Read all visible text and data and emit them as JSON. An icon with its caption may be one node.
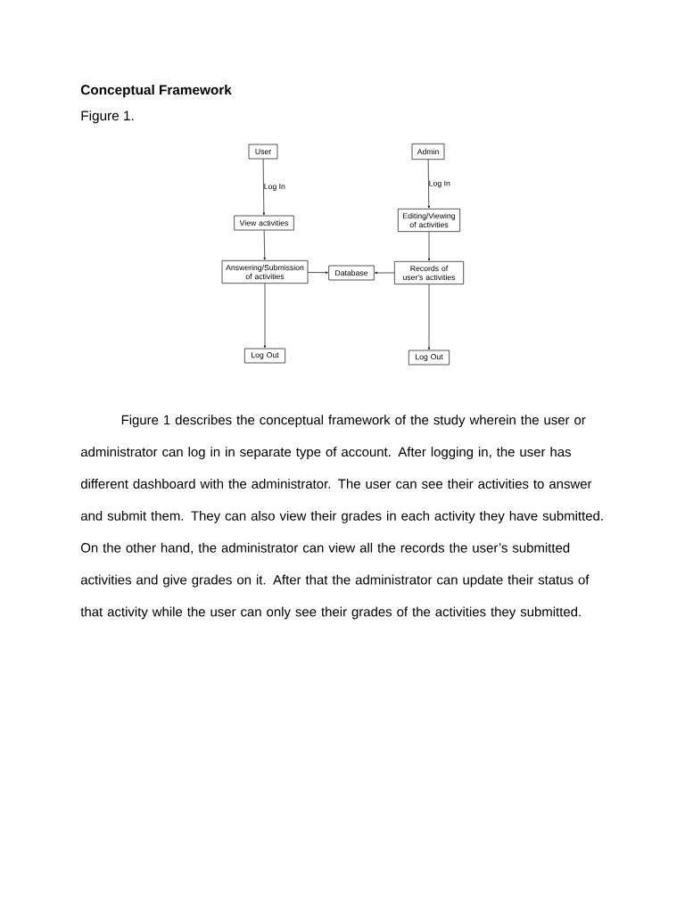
{
  "diagram": {
    "title": "Conceptual Framework",
    "nodes": [
      {
        "text": [
          "User"
        ]
      },
      {
        "text": [
          "View activities"
        ]
      },
      {
        "text": [
          "Answering/Submission of activities"
        ]
      },
      {
        "text": [
          "Database"
        ]
      },
      {
        "text": [
          "Log Out"
        ]
      },
      {
        "text": [
          "Admin"
        ]
      },
      {
        "text": [
          "Editing/Viewing of activities"
        ]
      },
      {
        "text": [
          "Records of user's activities"
        ]
      },
      {
        "text": [
          "Log Out"
        ]
      }
    ],
    "edges": [
      {
        "from": 0,
        "to": 1,
        "arrow": "to",
        "label": "Log In"
      },
      {
        "from": 1,
        "to": 2,
        "arrow": "to"
      },
      {
        "from": 2,
        "to": 3,
        "arrow": "to"
      },
      {
        "from": 2,
        "to": 4,
        "arrow": "to"
      },
      {
        "from": 5,
        "to": 6,
        "arrow": "to",
        "label": "Log In"
      },
      {
        "from": 6,
        "to": 7,
        "arrow": "to"
      },
      {
        "from": 7,
        "to": 3,
        "arrow": "to"
      },
      {
        "from": 7,
        "to": 8,
        "arrow": "to"
      }
    ],
    "labels": [
      "Figure 1.",
      "Figure 1 describes the conceptual framework of the study wherein the user or administrator can log in in separate type of account. After logging in, the user has different dashboard with the administrator. The user can see their activities to answer and submit them. They can also view their grades in each activity they have submitted. On the other hand, the administrator can view all the records the user’s submitted activities and give grades on it. After that the administrator can update their status of that activity while the user can only see their grades of the activities they submitted."
    ]
  }
}
